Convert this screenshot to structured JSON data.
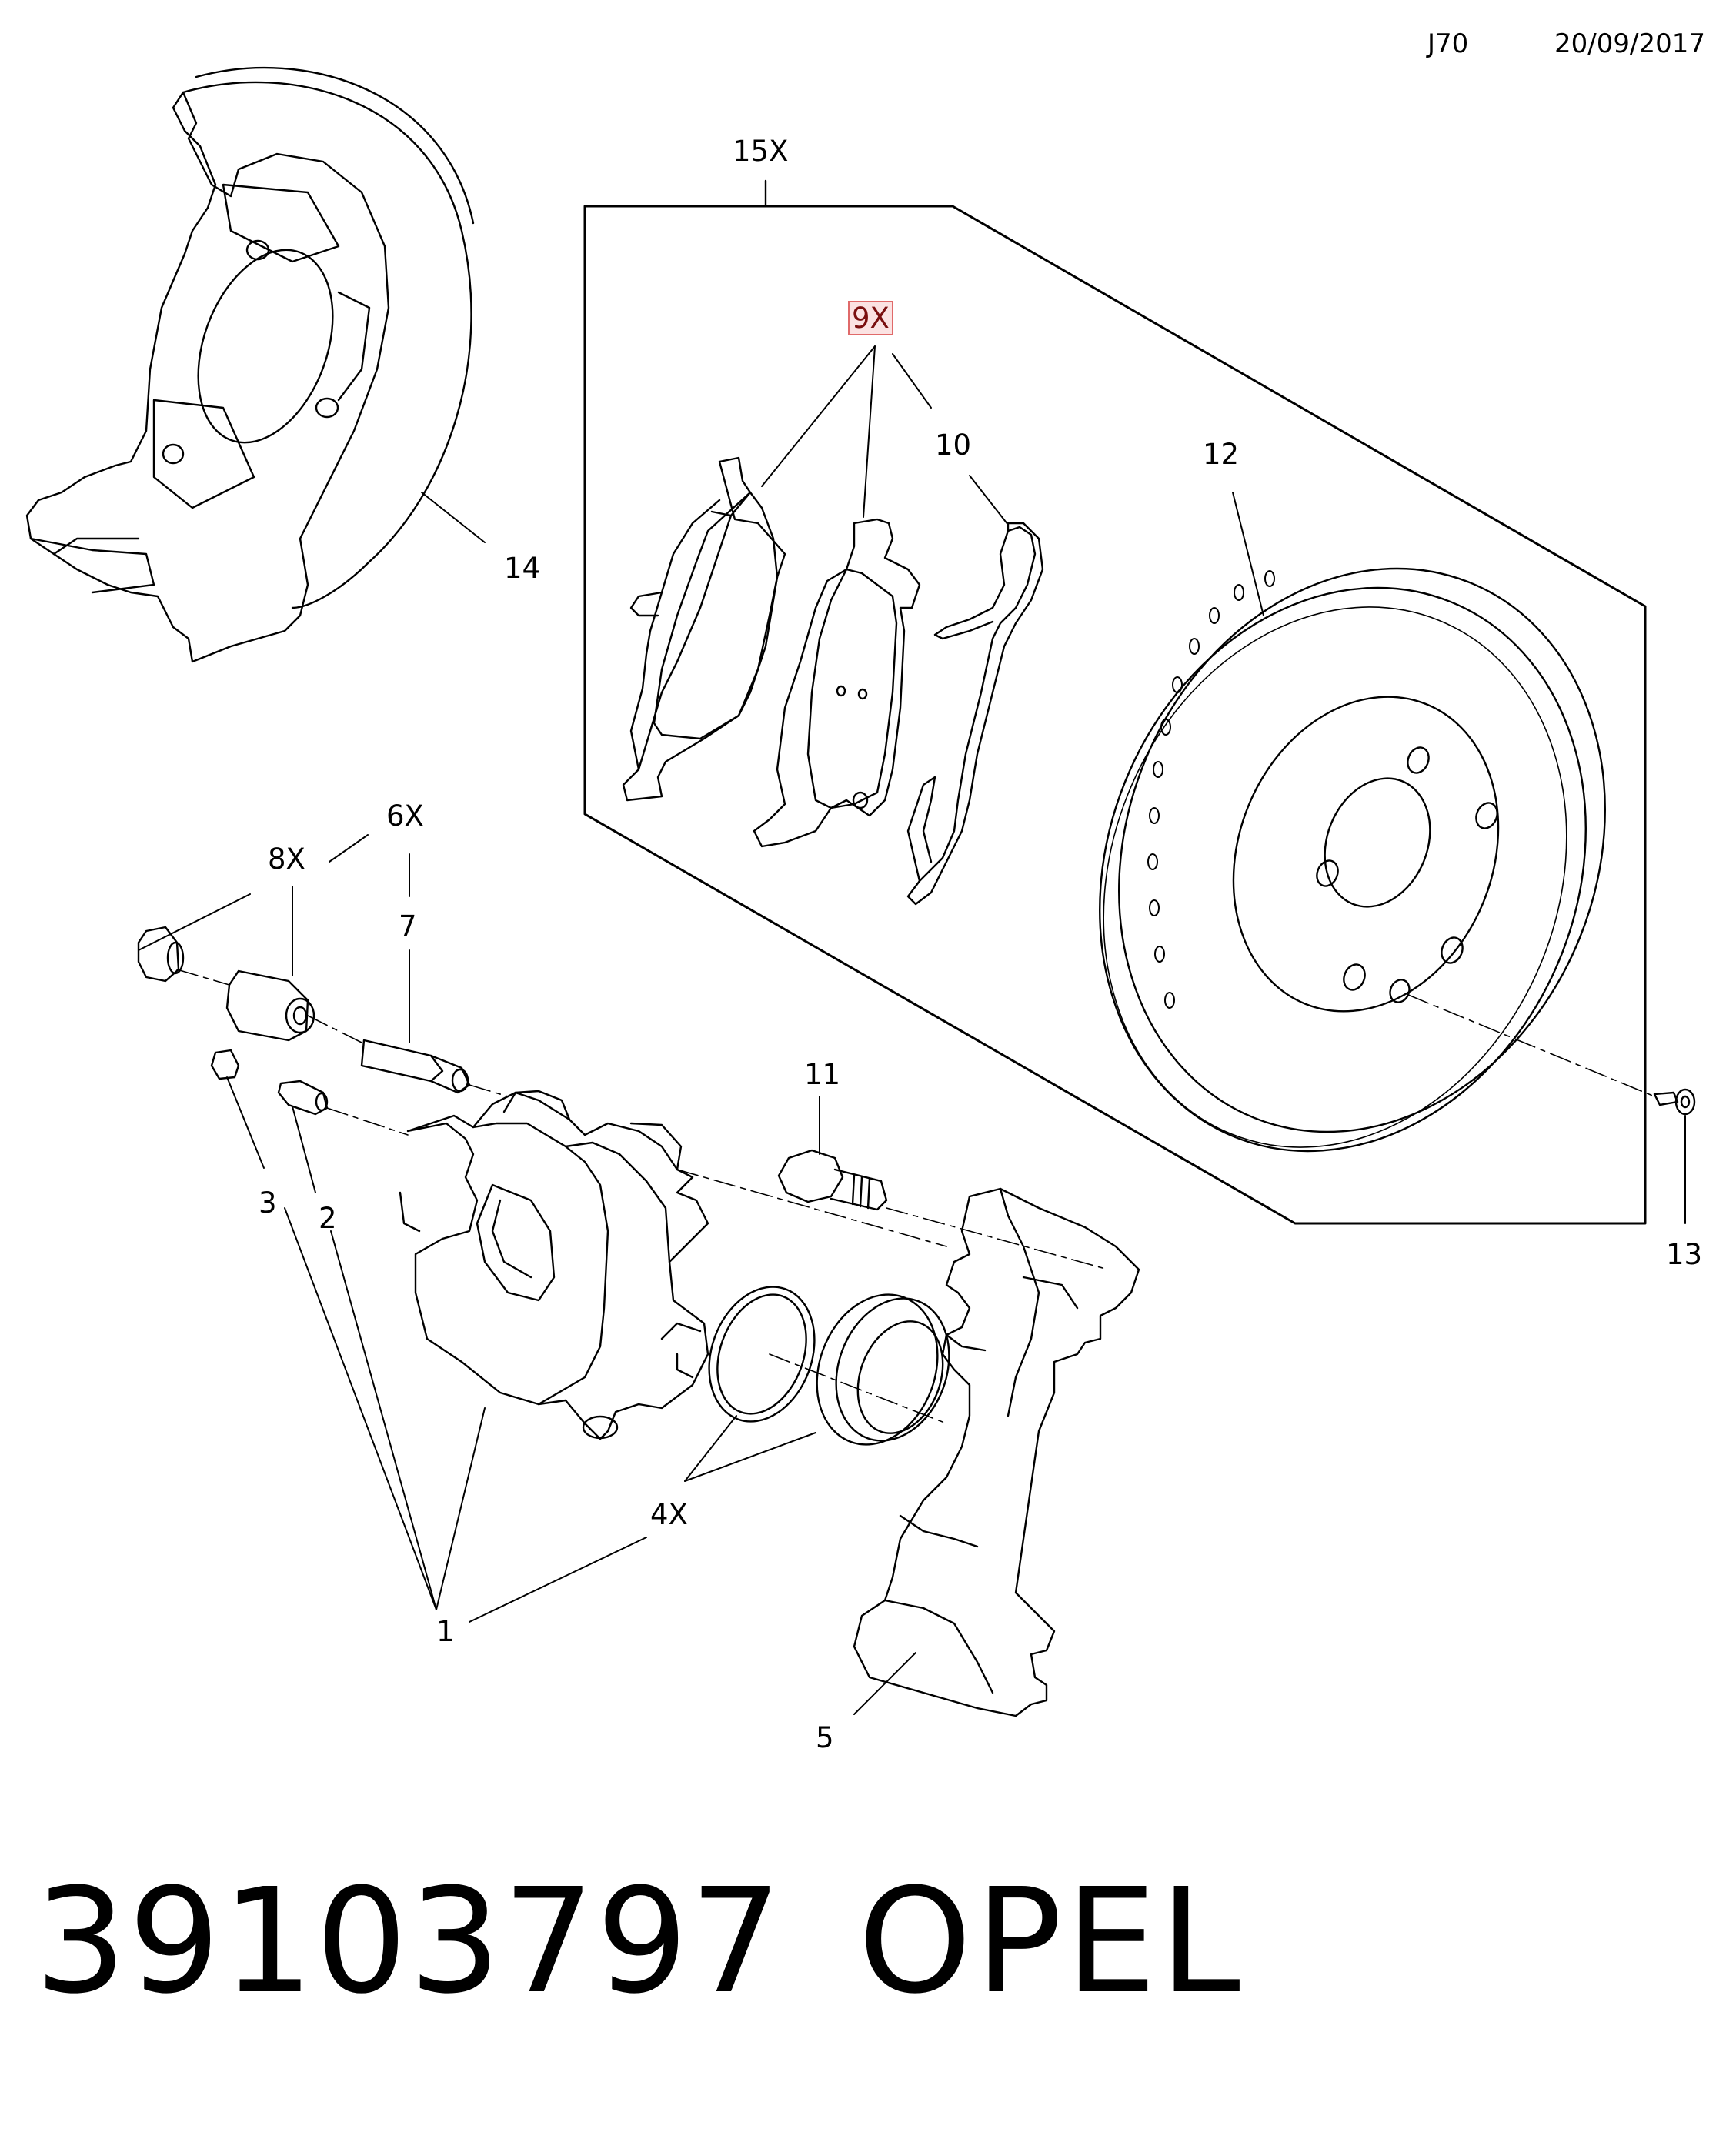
{
  "header": {
    "code": "J70",
    "date": "20/09/2017"
  },
  "callouts": {
    "c15x": "15X",
    "c9x": "9X",
    "c10": "10",
    "c12": "12",
    "c14": "14",
    "c8x": "8X",
    "c6x": "6X",
    "c7": "7",
    "c11": "11",
    "c3": "3",
    "c2": "2",
    "c13": "13",
    "c4x": "4X",
    "c1": "1",
    "c5": "5"
  },
  "highlight_color": "#e06a6a",
  "footer": {
    "part_number": "39103797",
    "brand": "OPEL"
  }
}
